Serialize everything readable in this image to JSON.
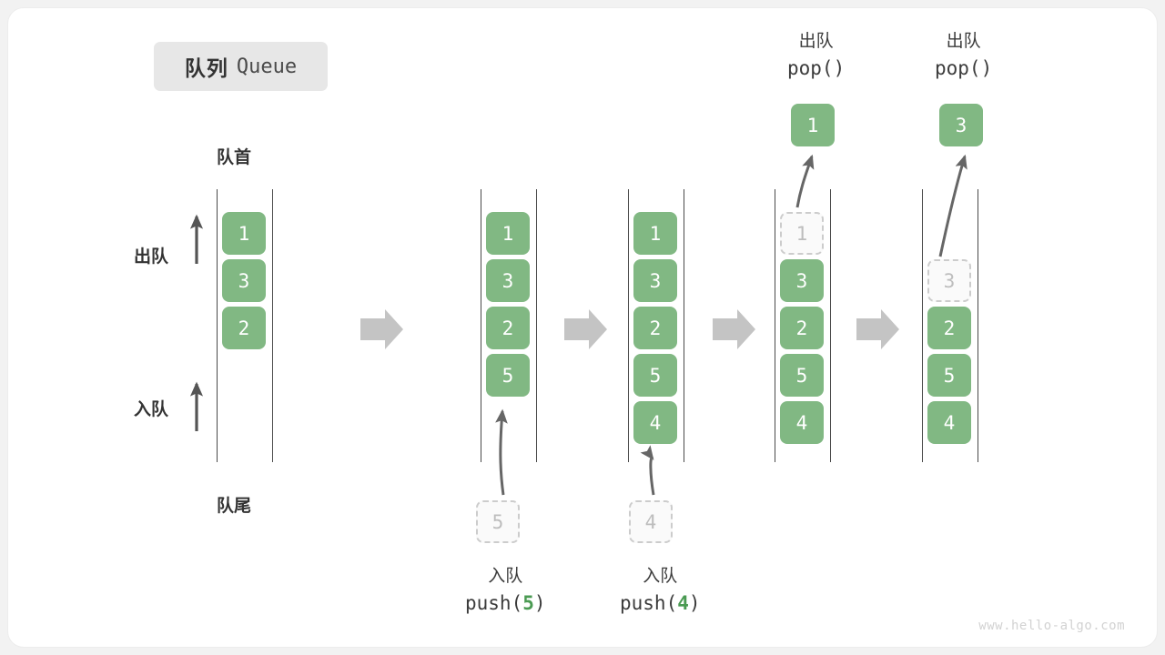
{
  "title": {
    "cn": "队列",
    "en": "Queue"
  },
  "labels": {
    "head": "队首",
    "tail": "队尾",
    "dequeue_side": "出队",
    "enqueue_side": "入队"
  },
  "colors": {
    "cell_fill": "#81b883",
    "cell_text": "#ffffff",
    "ghost_fill": "#fafafa",
    "ghost_border": "#cccccc",
    "ghost_text": "#bdbdbd",
    "rail": "#4a4a4a",
    "step_arrow": "#c4c4c4",
    "curve_arrow": "#666666",
    "badge_bg": "#e7e7e7",
    "board_bg": "#ffffff",
    "page_bg": "#f2f2f2",
    "arg_green": "#4a9a52"
  },
  "stages": [
    {
      "id": "initial",
      "cells": [
        "1",
        "3",
        "2"
      ],
      "ghost": null,
      "op_top": null,
      "op_bottom": null,
      "popped": null
    },
    {
      "id": "after-push-5",
      "cells": [
        "1",
        "3",
        "2",
        "5"
      ],
      "ghost": {
        "value": "5",
        "position": "below"
      },
      "op_top": null,
      "op_bottom": {
        "cn": "入队",
        "code_prefix": "push(",
        "arg": "5",
        "code_suffix": ")"
      },
      "popped": null
    },
    {
      "id": "after-push-4",
      "cells": [
        "1",
        "3",
        "2",
        "5",
        "4"
      ],
      "ghost": {
        "value": "4",
        "position": "below"
      },
      "op_top": null,
      "op_bottom": {
        "cn": "入队",
        "code_prefix": "push(",
        "arg": "4",
        "code_suffix": ")"
      },
      "popped": null
    },
    {
      "id": "after-pop-1",
      "cells": [
        "3",
        "2",
        "5",
        "4"
      ],
      "ghost": {
        "value": "1",
        "position": "slot0"
      },
      "op_top": {
        "cn": "出队",
        "code": "pop()"
      },
      "op_bottom": null,
      "popped": "1"
    },
    {
      "id": "after-pop-3",
      "cells": [
        "2",
        "5",
        "4"
      ],
      "ghost": {
        "value": "3",
        "position": "slot1"
      },
      "op_top": {
        "cn": "出队",
        "code": "pop()"
      },
      "op_bottom": null,
      "popped": "3"
    }
  ],
  "step_arrows": 4,
  "watermark": "www.hello-algo.com"
}
